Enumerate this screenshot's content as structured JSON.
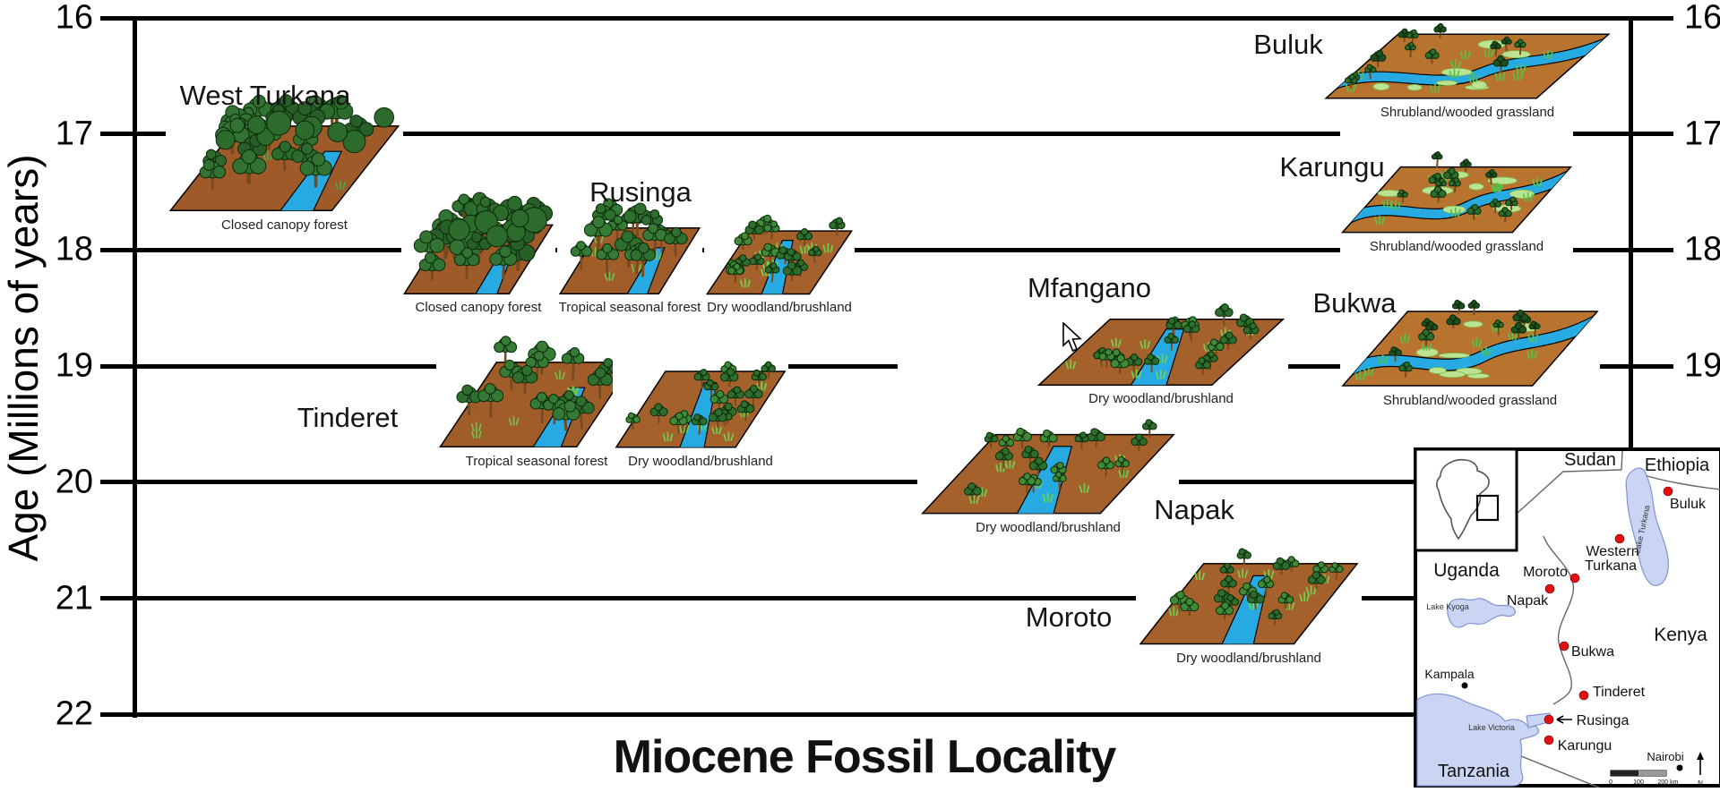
{
  "figure": {
    "y_axis": {
      "title": "Age (Millions of years)",
      "tick_labels": [
        "16",
        "17",
        "18",
        "19",
        "20",
        "21",
        "22"
      ],
      "right_tick_labels": [
        "16",
        "17",
        "18",
        "19"
      ]
    },
    "x_axis": {
      "title": "Miocene Fossil Locality"
    },
    "localities": [
      {
        "name": "West Turkana",
        "habitats": [
          "Closed canopy forest"
        ]
      },
      {
        "name": "Rusinga",
        "habitats": [
          "Closed canopy forest",
          "Tropical seasonal forest",
          "Dry woodland/brushland"
        ]
      },
      {
        "name": "Buluk",
        "habitats": [
          "Shrubland/wooded grassland"
        ]
      },
      {
        "name": "Karungu",
        "habitats": [
          "Shrubland/wooded grassland"
        ]
      },
      {
        "name": "Mfangano",
        "habitats": [
          "Dry woodland/brushland"
        ]
      },
      {
        "name": "Bukwa",
        "habitats": [
          "Shrubland/wooded grassland"
        ]
      },
      {
        "name": "Tinderet",
        "habitats": [
          "Tropical seasonal forest",
          "Dry woodland/brushland"
        ]
      },
      {
        "name": "Napak",
        "habitats": [
          "Dry woodland/brushland"
        ]
      },
      {
        "name": "Moroto",
        "habitats": [
          "Dry woodland/brushland"
        ]
      }
    ]
  },
  "chart_data": {
    "type": "scatter",
    "title": "",
    "xlabel": "Miocene Fossil Locality",
    "ylabel": "Age (Millions of years)",
    "ylim": [
      22,
      16
    ],
    "yticks": [
      16,
      17,
      18,
      19,
      20,
      21,
      22
    ],
    "y_axis_inverted": true,
    "grid": true,
    "points": [
      {
        "locality": "Buluk",
        "age_ma": 16.4,
        "habitats": [
          "Shrubland/wooded grassland"
        ]
      },
      {
        "locality": "West Turkana",
        "age_ma": 17.2,
        "habitats": [
          "Closed canopy forest"
        ]
      },
      {
        "locality": "Karungu",
        "age_ma": 17.7,
        "habitats": [
          "Shrubland/wooded grassland"
        ]
      },
      {
        "locality": "Rusinga",
        "age_ma": 18.1,
        "habitats": [
          "Closed canopy forest",
          "Tropical seasonal forest",
          "Dry woodland/brushland"
        ]
      },
      {
        "locality": "Mfangano",
        "age_ma": 18.9,
        "habitats": [
          "Dry woodland/brushland"
        ]
      },
      {
        "locality": "Bukwa",
        "age_ma": 18.9,
        "habitats": [
          "Shrubland/wooded grassland"
        ]
      },
      {
        "locality": "Tinderet",
        "age_ma": 19.4,
        "habitats": [
          "Tropical seasonal forest",
          "Dry woodland/brushland"
        ]
      },
      {
        "locality": "Napak",
        "age_ma": 20.0,
        "habitats": [
          "Dry woodland/brushland"
        ]
      },
      {
        "locality": "Moroto",
        "age_ma": 21.0,
        "habitats": [
          "Dry woodland/brushland"
        ]
      }
    ]
  },
  "map": {
    "countries": {
      "sudan": "Sudan",
      "ethiopia": "Ethiopia",
      "uganda": "Uganda",
      "kenya": "Kenya",
      "tanzania": "Tanzania"
    },
    "lakes": {
      "turkana": "Lake Turkana",
      "kyoga": "Lake Kyoga",
      "victoria": "Lake Victoria"
    },
    "cities": {
      "kampala": "Kampala",
      "nairobi": "Nairobi"
    },
    "sites": {
      "buluk": "Buluk",
      "western_turkana_line1": "Western",
      "western_turkana_line2": "Turkana",
      "moroto": "Moroto",
      "napak": "Napak",
      "bukwa": "Bukwa",
      "tinderet": "Tinderet",
      "rusinga": "Rusinga",
      "karungu": "Karungu"
    },
    "scale_bar": {
      "zero": "0",
      "mid": "100",
      "end": "200 km"
    },
    "north_label": "N"
  },
  "colors": {
    "accent_river": "#27aae1",
    "ground_brown": "#a5612c",
    "canopy_green": "#2d6e2d",
    "map_lake": "#c9d5f2",
    "site_dot_red": "#e60f0f",
    "line_black": "#000000"
  },
  "icons": {
    "mouse_cursor": "arrow-cursor",
    "north_arrow": "up-arrow"
  }
}
